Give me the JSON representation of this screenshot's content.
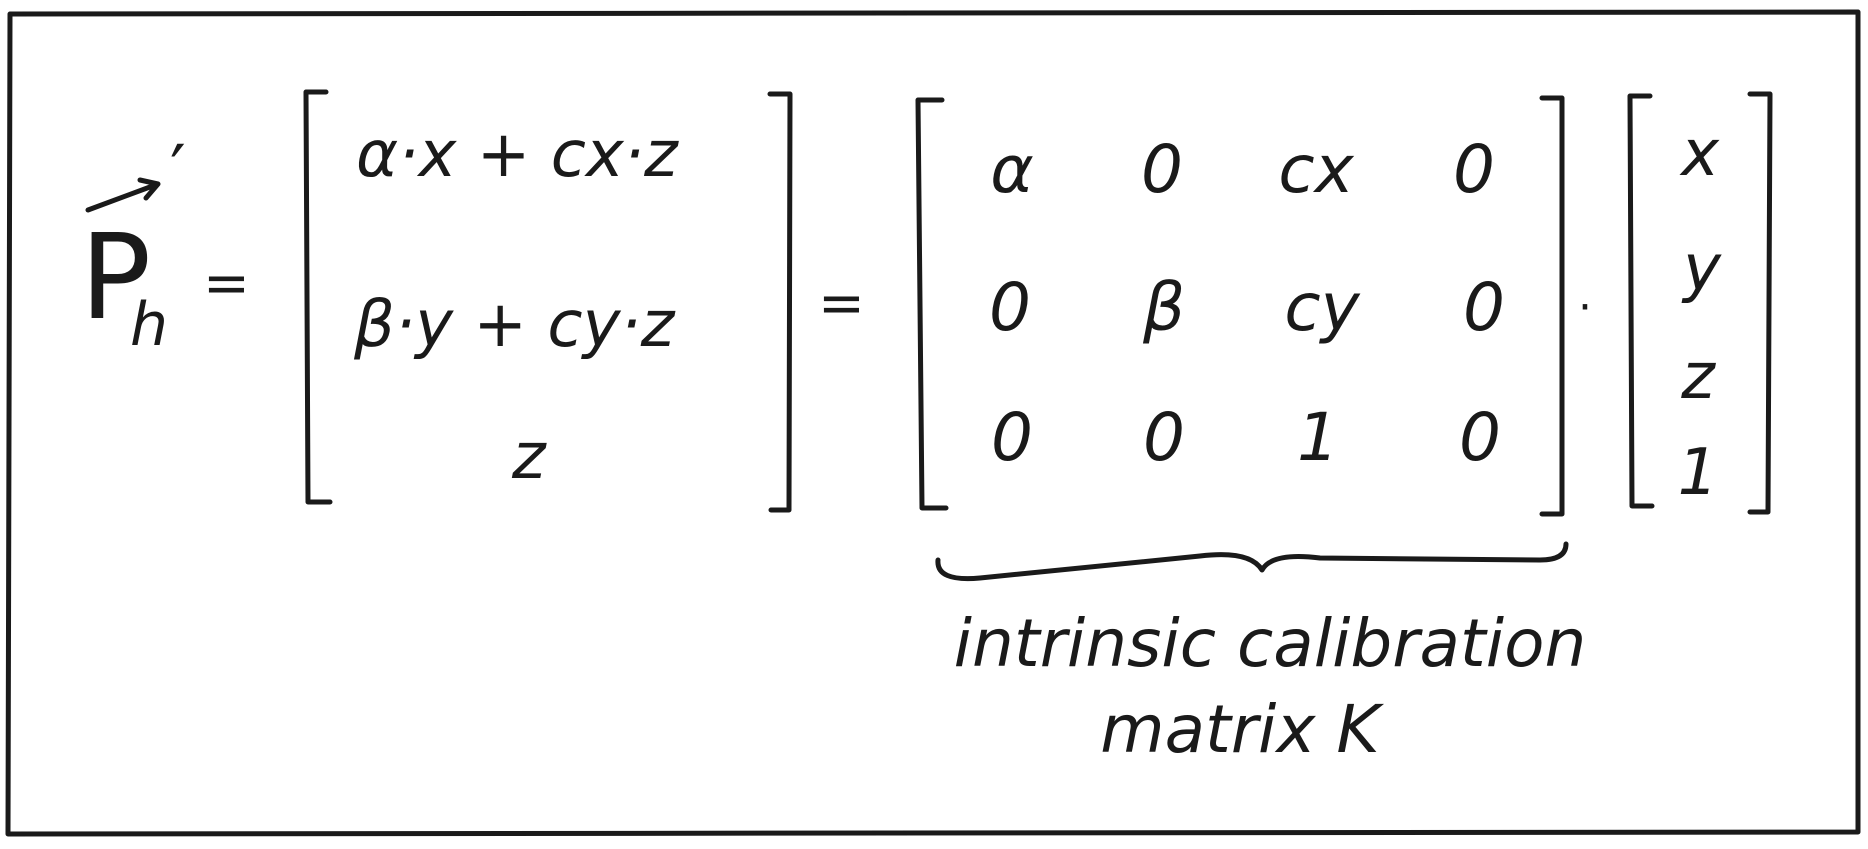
{
  "equation": {
    "lhs": {
      "symbol": "P",
      "subscript": "h",
      "prime": "′"
    },
    "equals": "=",
    "result_vector": [
      "α·x + cx·z",
      "β·y + cy·z",
      "z"
    ],
    "intrinsic_matrix": [
      [
        "α",
        "0",
        "cx",
        "0"
      ],
      [
        "0",
        "β",
        "cy",
        "0"
      ],
      [
        "0",
        "0",
        "1",
        "0"
      ]
    ],
    "dot": "·",
    "point_vector": [
      "x",
      "y",
      "z",
      "1"
    ]
  },
  "annotation": {
    "line1": "intrinsic calibration",
    "line2": "matrix K"
  }
}
